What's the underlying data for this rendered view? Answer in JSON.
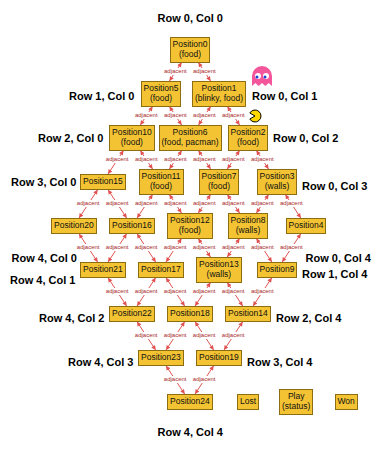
{
  "diagram": {
    "nodes": [
      {
        "text": [
          "Position0",
          "(food)"
        ]
      },
      {
        "text": [
          "Position5",
          "(food)"
        ]
      },
      {
        "text": [
          "Position1",
          "(blinky, food)"
        ]
      },
      {
        "text": [
          "Position10",
          "(food)"
        ]
      },
      {
        "text": [
          "Position6",
          "(food, pacman)"
        ]
      },
      {
        "text": [
          "Position2",
          "(food)"
        ]
      },
      {
        "text": [
          "Position15"
        ]
      },
      {
        "text": [
          "Position11",
          "(food)"
        ]
      },
      {
        "text": [
          "Position7",
          "(food)"
        ]
      },
      {
        "text": [
          "Position3",
          "(walls)"
        ]
      },
      {
        "text": [
          "Position20"
        ]
      },
      {
        "text": [
          "Position16"
        ]
      },
      {
        "text": [
          "Position12",
          "(food)"
        ]
      },
      {
        "text": [
          "Position8",
          "(walls)"
        ]
      },
      {
        "text": [
          "Position4"
        ]
      },
      {
        "text": [
          "Position21"
        ]
      },
      {
        "text": [
          "Position17"
        ]
      },
      {
        "text": [
          "Position13",
          "(walls)"
        ]
      },
      {
        "text": [
          "Position9"
        ]
      },
      {
        "text": [
          "Position22"
        ]
      },
      {
        "text": [
          "Position18"
        ]
      },
      {
        "text": [
          "Position14"
        ]
      },
      {
        "text": [
          "Position23"
        ]
      },
      {
        "text": [
          "Position19"
        ]
      },
      {
        "text": [
          "Position24"
        ]
      },
      {
        "text": [
          "Lost"
        ]
      },
      {
        "text": [
          "Play",
          "(status)"
        ]
      },
      {
        "text": [
          "Won"
        ]
      }
    ],
    "edges": [
      {
        "from": 0,
        "to": 1,
        "label": "adjacent",
        "arrow": "both"
      },
      {
        "from": 0,
        "to": 2,
        "label": "adjacent",
        "arrow": "both"
      },
      {
        "from": 1,
        "to": 3,
        "label": "adjacent",
        "arrow": "both"
      },
      {
        "from": 1,
        "to": 4,
        "label": "adjacent",
        "arrow": "both"
      },
      {
        "from": 2,
        "to": 4,
        "label": "adjacent",
        "arrow": "both"
      },
      {
        "from": 2,
        "to": 5,
        "label": "adjacent",
        "arrow": "both"
      },
      {
        "from": 3,
        "to": 6,
        "label": "adjacent",
        "arrow": "both"
      },
      {
        "from": 3,
        "to": 7,
        "label": "adjacent",
        "arrow": "both"
      },
      {
        "from": 4,
        "to": 7,
        "label": "adjacent",
        "arrow": "both"
      },
      {
        "from": 4,
        "to": 8,
        "label": "adjacent",
        "arrow": "both"
      },
      {
        "from": 5,
        "to": 8,
        "label": "adjacent",
        "arrow": "both"
      },
      {
        "from": 5,
        "to": 9,
        "label": "adjacent",
        "arrow": "both"
      },
      {
        "from": 6,
        "to": 10,
        "label": "adjacent",
        "arrow": "both"
      },
      {
        "from": 6,
        "to": 11,
        "label": "adjacent",
        "arrow": "both"
      },
      {
        "from": 7,
        "to": 11,
        "label": "adjacent",
        "arrow": "both"
      },
      {
        "from": 7,
        "to": 12,
        "label": "adjacent",
        "arrow": "both"
      },
      {
        "from": 8,
        "to": 12,
        "label": "adjacent",
        "arrow": "both"
      },
      {
        "from": 8,
        "to": 13,
        "label": "adjacent",
        "arrow": "both"
      },
      {
        "from": 9,
        "to": 13,
        "label": "adjacent",
        "arrow": "both"
      },
      {
        "from": 9,
        "to": 14,
        "label": "adjacent",
        "arrow": "both"
      },
      {
        "from": 10,
        "to": 15,
        "label": "adjacent",
        "arrow": "both"
      },
      {
        "from": 11,
        "to": 15,
        "label": "adjacent",
        "arrow": "both"
      },
      {
        "from": 11,
        "to": 16,
        "label": "adjacent",
        "arrow": "both"
      },
      {
        "from": 12,
        "to": 16,
        "label": "adjacent",
        "arrow": "both"
      },
      {
        "from": 12,
        "to": 17,
        "label": "adjacent",
        "arrow": "both"
      },
      {
        "from": 13,
        "to": 17,
        "label": "adjacent",
        "arrow": "both"
      },
      {
        "from": 13,
        "to": 18,
        "label": "adjacent",
        "arrow": "both"
      },
      {
        "from": 14,
        "to": 18,
        "label": "adjacent",
        "arrow": "both"
      },
      {
        "from": 15,
        "to": 19,
        "label": "adjacent",
        "arrow": "both"
      },
      {
        "from": 16,
        "to": 19,
        "label": "adjacent",
        "arrow": "both"
      },
      {
        "from": 16,
        "to": 20,
        "label": "adjacent",
        "arrow": "both"
      },
      {
        "from": 17,
        "to": 20,
        "label": "adjacent",
        "arrow": "both"
      },
      {
        "from": 17,
        "to": 21,
        "label": "adjacent",
        "arrow": "both"
      },
      {
        "from": 18,
        "to": 21,
        "label": "adjacent",
        "arrow": "both"
      },
      {
        "from": 19,
        "to": 22,
        "label": "adjacent",
        "arrow": "both"
      },
      {
        "from": 20,
        "to": 22,
        "label": "adjacent",
        "arrow": "both"
      },
      {
        "from": 20,
        "to": 23,
        "label": "adjacent",
        "arrow": "both"
      },
      {
        "from": 21,
        "to": 23,
        "label": "adjacent",
        "arrow": "both"
      },
      {
        "from": 22,
        "to": 24,
        "label": "adjacent",
        "arrow": "both"
      },
      {
        "from": 23,
        "to": 24,
        "label": "adjacent",
        "arrow": "both"
      }
    ],
    "labels": [
      "Row 0, Col 0",
      "Row 1, Col 0",
      "Row 0, Col 1",
      "Row 2, Col 0",
      "Row 0, Col 2",
      "Row 3, Col 0",
      "Row 0, Col 3",
      "Row 4, Col 0",
      "Row 0, Col 4",
      "Row 4, Col 1",
      "Row 1, Col 4",
      "Row 4, Col 2",
      "Row 2, Col 4",
      "Row 4, Col 3",
      "Row 3, Col 4",
      "Row 4, Col 4"
    ]
  }
}
